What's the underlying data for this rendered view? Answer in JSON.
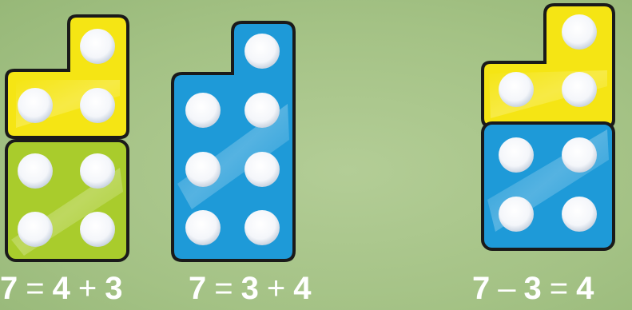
{
  "colors": {
    "background": "#a8c58a",
    "yellow": "#f5e514",
    "green": "#a9cc2c",
    "blue": "#1e9ad8",
    "outline": "#1a1a1a",
    "peg": "#ffffff"
  },
  "equations": [
    {
      "a": "7",
      "op1": "=",
      "b": "4",
      "op2": "+",
      "c": "3"
    },
    {
      "a": "7",
      "op1": "=",
      "b": "3",
      "op2": "+",
      "c": "4"
    },
    {
      "a": "7",
      "op1": "–",
      "b": "3",
      "op2": "=",
      "c": "4"
    }
  ]
}
